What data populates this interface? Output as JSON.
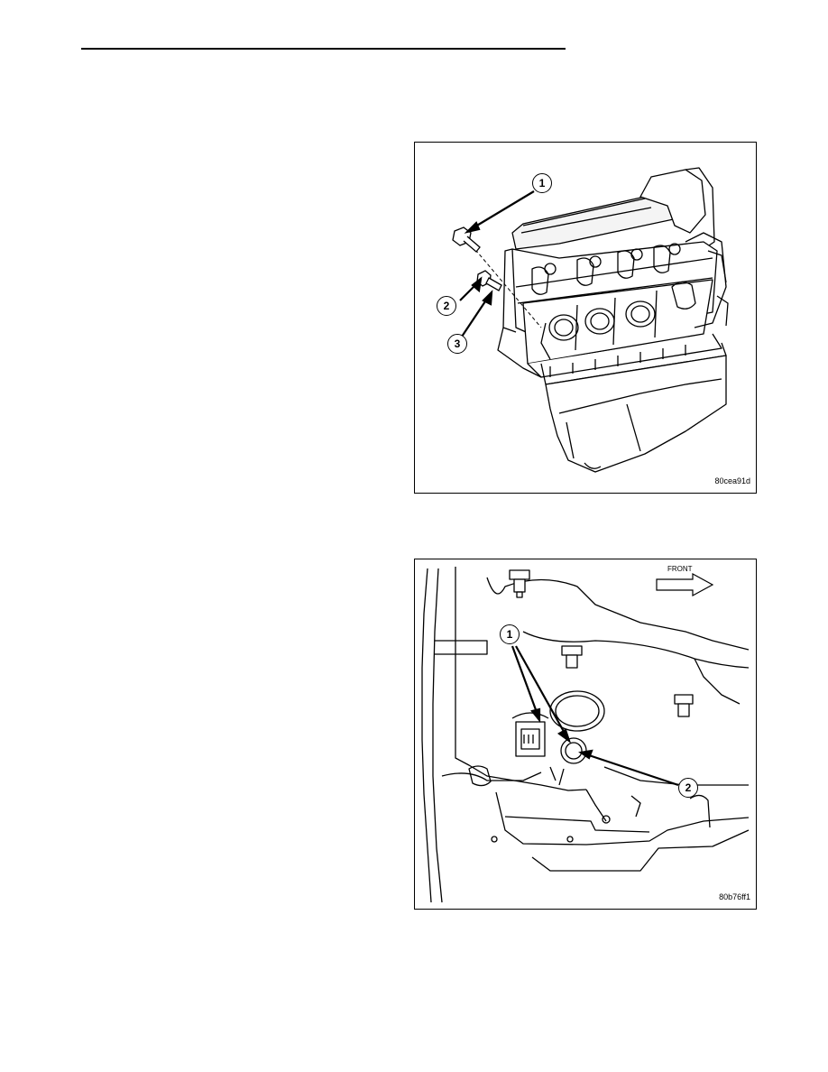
{
  "figures": [
    {
      "id_label": "80cea91d",
      "callouts": [
        "1",
        "2",
        "3"
      ]
    },
    {
      "id_label": "80b76ff1",
      "direction_label": "FRONT",
      "callouts": [
        "1",
        "2"
      ]
    }
  ]
}
